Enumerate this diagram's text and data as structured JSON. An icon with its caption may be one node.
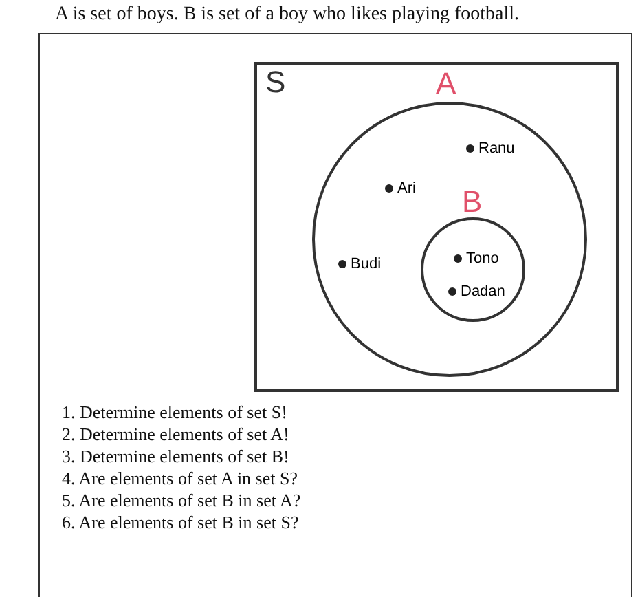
{
  "diagram": {
    "title": "A is set of boys. B is set of a boy who likes playing football.",
    "nodes": [
      {
        "text": [
          "S"
        ]
      },
      {
        "text": [
          "A"
        ],
        "in": 0
      },
      {
        "text": [
          "B"
        ],
        "in": 1
      },
      {
        "text": [
          "Ranu"
        ],
        "in": 1
      },
      {
        "text": [
          "Ari"
        ],
        "in": 1
      },
      {
        "text": [
          "Budi"
        ],
        "in": 1
      },
      {
        "text": [
          "Tono"
        ],
        "in": 2
      },
      {
        "text": [
          "Dadan"
        ],
        "in": 2
      }
    ],
    "edges": [],
    "labels": [
      "1. Determine elements of set S!",
      "2. Determine elements of set A!",
      "3. Determine elements of set B!",
      "4. Are elements of set A in set S?",
      "5. Are elements of set B in set A?",
      "6. Are elements of set B in set S?"
    ]
  }
}
